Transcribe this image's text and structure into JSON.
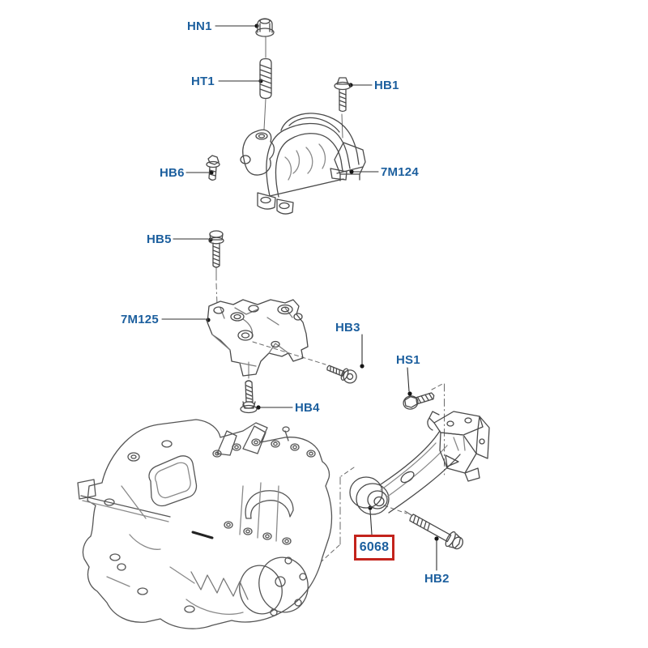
{
  "diagram": {
    "labels": {
      "hn1": "HN1",
      "ht1": "HT1",
      "hb1": "HB1",
      "hb6": "HB6",
      "m7124": "7M124",
      "hb5": "HB5",
      "m7125": "7M125",
      "hb3": "HB3",
      "hb4": "HB4",
      "hs1": "HS1",
      "part6068": "6068",
      "hb2": "HB2"
    },
    "highlight": {
      "label": "6068",
      "box_color": "#c3231c"
    },
    "colors": {
      "label_text": "#1c5f9e",
      "drawing_line": "#4a4a4a",
      "drawing_line_light": "#8a8a8a",
      "leader_line": "#2f2f2f",
      "background": "#ffffff"
    }
  }
}
